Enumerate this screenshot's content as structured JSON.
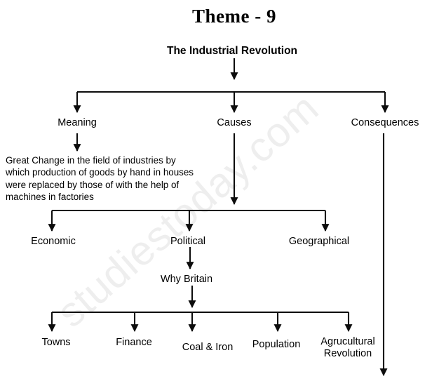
{
  "document": {
    "heading": "Theme - 9",
    "subject": "The Industrial Revolution"
  },
  "watermark": {
    "text": "studiestoday.com"
  },
  "branches": {
    "meaning": "Meaning",
    "causes": "Causes",
    "consequences": "Consequences"
  },
  "meaning_definition": "Great Change in the field of industries by\nwhich production of goods by hand in houses\nwere replaced by those of with the help of\nmachines in factories",
  "causes": {
    "economic": "Economic",
    "political": "Political",
    "geographical": "Geographical"
  },
  "political": {
    "why_britain": "Why Britain"
  },
  "why_britain_factors": {
    "towns": "Towns",
    "finance": "Finance",
    "coal_and_iron": "Coal & Iron",
    "population": "Population",
    "agricultural_revolution_line1": "Agrucultural",
    "agricultural_revolution_line2": "Revolution"
  },
  "style": {
    "line_color": "#0d0d0d",
    "text_color": "#000000",
    "background": "#ffffff"
  }
}
